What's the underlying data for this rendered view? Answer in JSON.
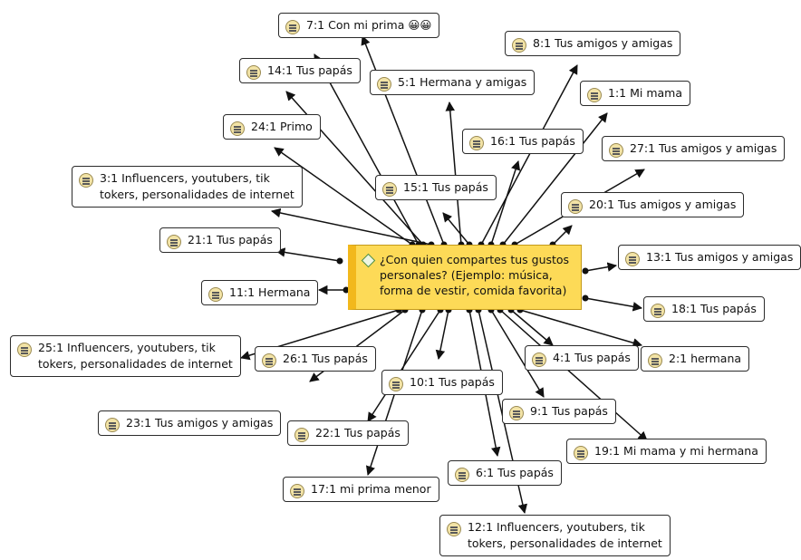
{
  "central": {
    "text": "¿Con quien compartes tus gustos personales? (Ejemplo: música, forma de vestir, comida favorita)"
  },
  "nodes": [
    {
      "id": "n7",
      "label": "7:1 Con mi prima 😀😀"
    },
    {
      "id": "n8",
      "label": "8:1 Tus amigos y amigas"
    },
    {
      "id": "n14",
      "label": "14:1 Tus papás"
    },
    {
      "id": "n5",
      "label": "5:1 Hermana y amigas"
    },
    {
      "id": "n1",
      "label": "1:1 Mi mama"
    },
    {
      "id": "n24",
      "label": "24:1 Primo"
    },
    {
      "id": "n16",
      "label": "16:1 Tus papás"
    },
    {
      "id": "n27",
      "label": "27:1 Tus amigos y amigas"
    },
    {
      "id": "n3",
      "label": "3:1 Influencers, youtubers, tik tokers, personalidades de internet"
    },
    {
      "id": "n15",
      "label": "15:1 Tus papás"
    },
    {
      "id": "n20",
      "label": "20:1 Tus amigos y amigas"
    },
    {
      "id": "n21",
      "label": "21:1 Tus papás"
    },
    {
      "id": "n13",
      "label": "13:1 Tus amigos y amigas"
    },
    {
      "id": "n11",
      "label": "11:1 Hermana"
    },
    {
      "id": "n18",
      "label": "18:1 Tus papás"
    },
    {
      "id": "n25",
      "label": "25:1 Influencers, youtubers, tik tokers, personalidades de internet"
    },
    {
      "id": "n26",
      "label": "26:1 Tus papás"
    },
    {
      "id": "n4",
      "label": "4:1 Tus papás"
    },
    {
      "id": "n2",
      "label": "2:1 hermana"
    },
    {
      "id": "n10",
      "label": "10:1 Tus papás"
    },
    {
      "id": "n23",
      "label": "23:1 Tus amigos y amigas"
    },
    {
      "id": "n9",
      "label": "9:1 Tus papás"
    },
    {
      "id": "n22",
      "label": "22:1 Tus papás"
    },
    {
      "id": "n19",
      "label": "19:1 Mi mama y mi hermana"
    },
    {
      "id": "n6",
      "label": "6:1 Tus papás"
    },
    {
      "id": "n17",
      "label": "17:1 mi prima menor"
    },
    {
      "id": "n12",
      "label": "12:1 Influencers, youtubers, tik tokers, personalidades de internet"
    }
  ]
}
